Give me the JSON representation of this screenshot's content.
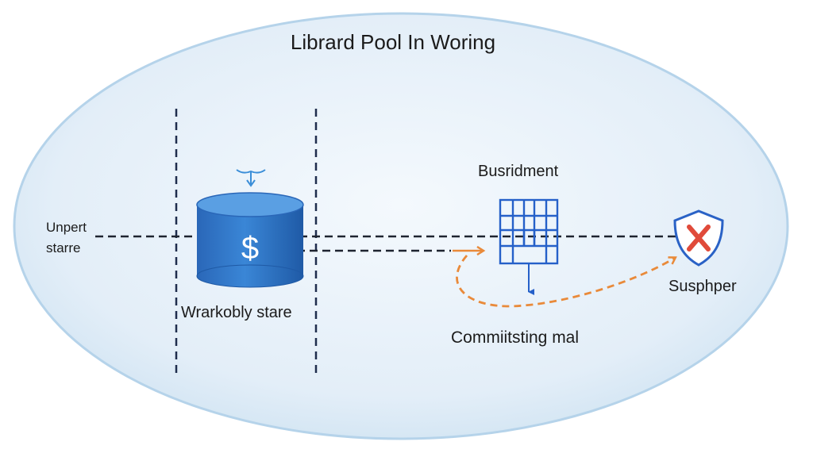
{
  "title": "Librard Pool In Woring",
  "left_label": {
    "line1": "Unpert",
    "line2": "starre"
  },
  "database": {
    "label": "Wrarkobly stare",
    "symbol": "$",
    "icon": "database-cylinder-icon"
  },
  "grid_node": {
    "label": "Busridment",
    "icon": "grid-lattice-icon"
  },
  "commit": {
    "label": "Commiitsting mal"
  },
  "shield": {
    "label": "Susphper",
    "icon": "shield-x-icon"
  },
  "colors": {
    "ellipse_fill": "#dcebf6",
    "ellipse_stroke": "#a9cde6",
    "dashed_line": "#1e2430",
    "divider": "#1f2d4d",
    "database_fill": "#2f73c4",
    "database_top": "#4c93de",
    "grid_stroke": "#2560c9",
    "curve_arrow": "#e98a3a",
    "shield_outline": "#2a62c6",
    "shield_x": "#e04a3a"
  }
}
